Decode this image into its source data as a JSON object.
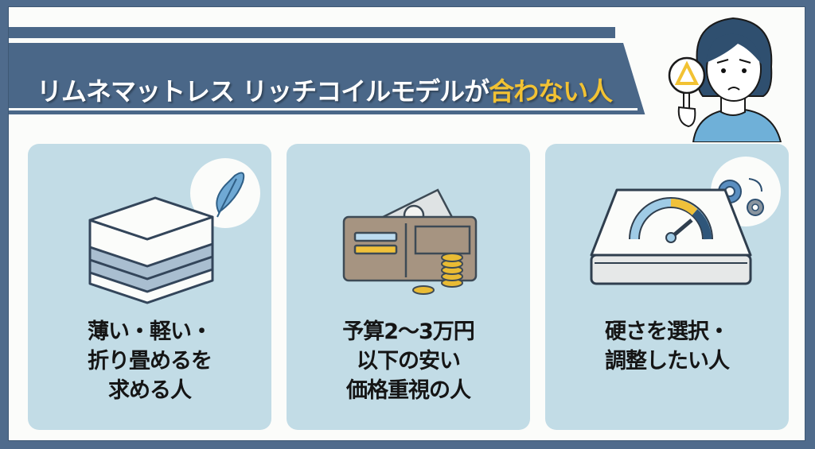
{
  "header": {
    "title_main": "リムネマットレス リッチコイルモデルが",
    "title_highlight": "合わない人",
    "highlight_color": "#f2c233",
    "banner_color": "#4a6788"
  },
  "illustration": {
    "person_sign_symbol": "△",
    "description": "worried woman holding triangle sign"
  },
  "cards": [
    {
      "icon": "stacked-thin-mattress-with-feather-icon",
      "lines": [
        "薄い・軽い・",
        "折り畳めるを",
        "求める人"
      ]
    },
    {
      "icon": "wallet-with-coins-icon",
      "lines": [
        "予算2～3万円",
        "以下の安い",
        "価格重視の人"
      ]
    },
    {
      "icon": "mattress-firmness-gauge-with-gears-icon",
      "lines": [
        "硬さを選択・",
        "調整したい人"
      ]
    }
  ],
  "colors": {
    "background": "#4f6b8c",
    "card": "#c2dce6",
    "frame": "#fbfcfa"
  }
}
